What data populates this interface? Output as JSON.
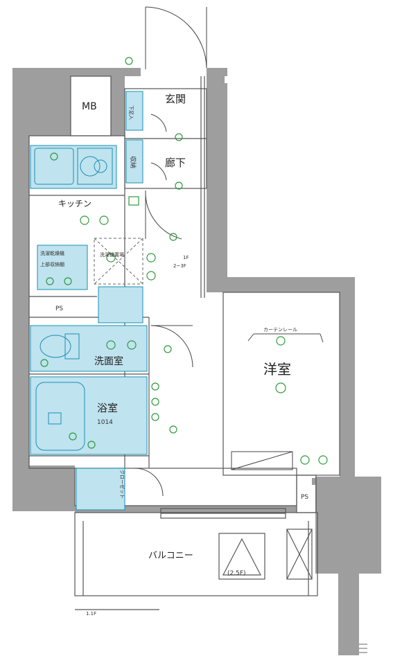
{
  "rooms": {
    "mb": "MB",
    "entrance": "玄関",
    "hall": "廊下",
    "shoe": "下足入",
    "storage": "収納",
    "kitchen": "キッチン",
    "washer_shelf": "洗濯乾燥機",
    "washer_shelf2": "上部収納棚",
    "washer_space": "洗濯機置場",
    "ps_left": "PS",
    "washroom": "洗面室",
    "bath": "浴室",
    "bath_size": "1014",
    "closet": "クローゼット",
    "western": "洋室",
    "ps_right": "PS",
    "balcony": "バルコニー",
    "aircon": "(2.5F)",
    "level1": "1F",
    "level2": "2~3F",
    "curtain": "カーテンレール",
    "rail": "1.1F"
  },
  "colors": {
    "wall": "#9e9e9e",
    "fixture": "#bfe3ef",
    "fixture_stroke": "#1a8fb3",
    "symbol": "#2c9a3a"
  }
}
